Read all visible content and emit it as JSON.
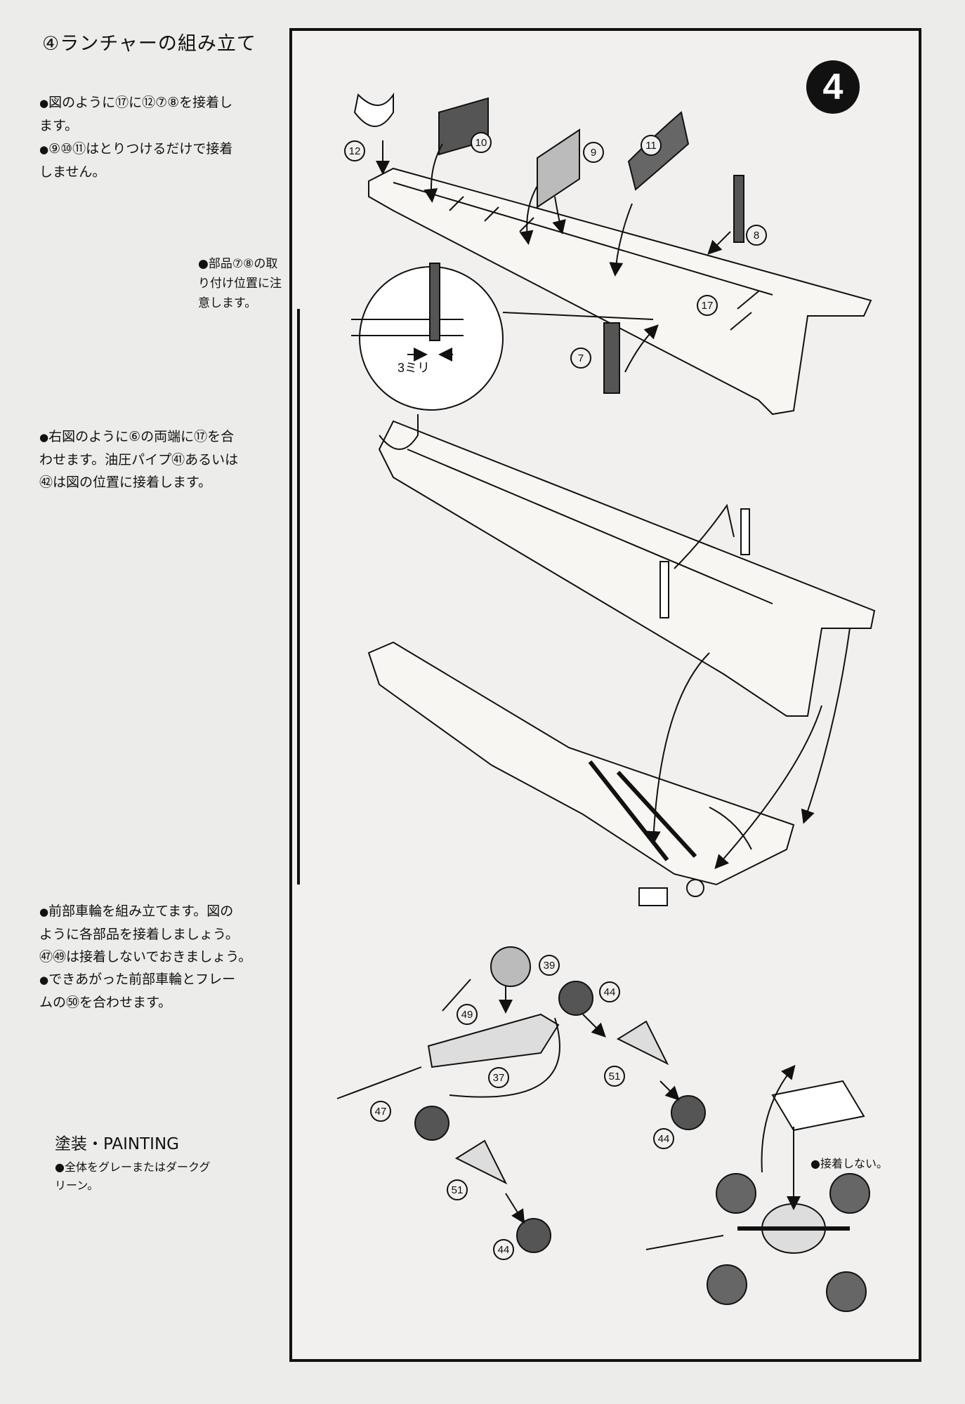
{
  "header": {
    "title": "④ランチャーの組み立て"
  },
  "step_number": "4",
  "notes": {
    "n1_l1": "図のように⑰に⑫⑦⑧を接着し",
    "n1_l2": "ます。",
    "n2_l1": "⑨⑩⑪はとりつけるだけで接着",
    "n2_l2": "しません。",
    "n3_l1": "右図のように⑥の両端に⑰を合",
    "n3_l2": "わせます。油圧パイプ㊶あるいは",
    "n3_l3": "㊷は図の位置に接着します。",
    "n4_l1": "前部車輪を組み立てます。図の",
    "n4_l2": "ように各部品を接着しましょう。",
    "n4_l3": "㊼㊾は接着しないでおきましょう。",
    "n5_l1": "できあがった前部車輪とフレー",
    "n5_l2": "ムの㊿を合わせます。"
  },
  "callout": {
    "l1": "部品⑦⑧の取り付け位置に注",
    "l2": "意します。",
    "measure": "3ミリ"
  },
  "painting": {
    "title": "塗装・PAINTING",
    "l1": "全体をグレーまたはダークグ",
    "l2": "リーン。"
  },
  "wheel_note": "接着しない。",
  "parts": {
    "p12": "12",
    "p10": "10",
    "p9": "9",
    "p11": "11",
    "p8": "8",
    "p17": "17",
    "p7": "7",
    "p39": "39",
    "p44a": "44",
    "p49": "49",
    "p37": "37",
    "p51a": "51",
    "p47": "47",
    "p44b": "44",
    "p51b": "51",
    "p44c": "44"
  },
  "bullet": "●"
}
